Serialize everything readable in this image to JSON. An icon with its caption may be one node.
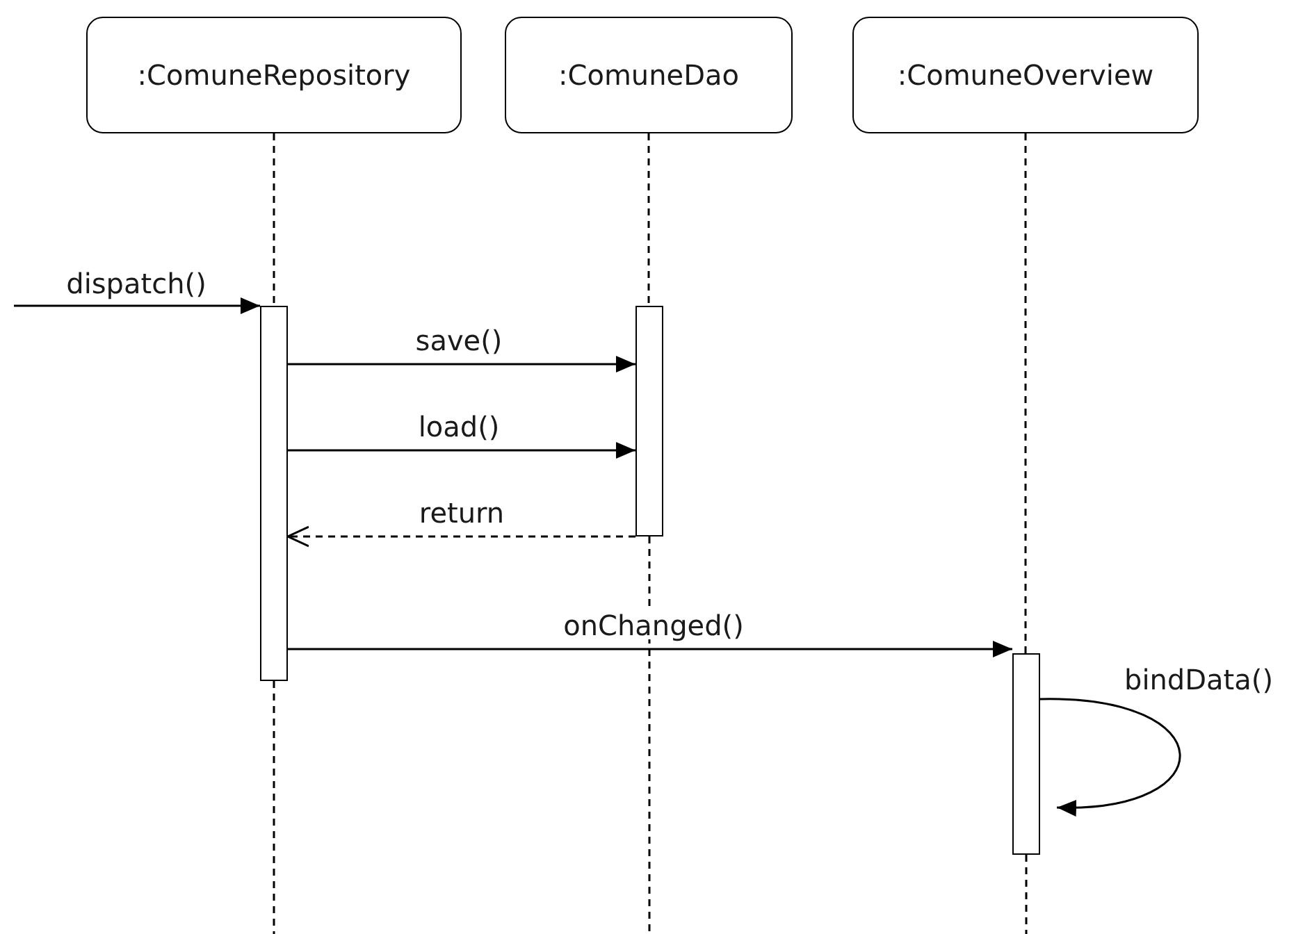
{
  "diagram": {
    "nodes": [
      {
        "text": [
          ":ComuneRepository"
        ]
      },
      {
        "text": [
          ":ComuneDao"
        ]
      },
      {
        "text": [
          ":ComuneOverview"
        ]
      },
      {
        "text": [],
        "shape": "bar"
      },
      {
        "text": [],
        "shape": "bar"
      },
      {
        "text": [],
        "shape": "bar"
      }
    ],
    "edges": [
      {
        "from": 0,
        "to": 3,
        "arrow": "none",
        "style": "dashed"
      },
      {
        "from": 3,
        "to": null,
        "arrow": "none",
        "style": "dashed"
      },
      {
        "from": 1,
        "to": 4,
        "arrow": "none",
        "style": "dashed"
      },
      {
        "from": 4,
        "to": null,
        "arrow": "none",
        "style": "dashed"
      },
      {
        "from": 2,
        "to": 5,
        "arrow": "none",
        "style": "dashed"
      },
      {
        "from": 5,
        "to": null,
        "arrow": "none",
        "style": "dashed"
      },
      {
        "from": null,
        "to": 3,
        "arrow": "to",
        "label": "dispatch()"
      },
      {
        "from": 3,
        "to": 4,
        "arrow": "to",
        "label": "save()"
      },
      {
        "from": 3,
        "to": 4,
        "arrow": "to",
        "label": "load()"
      },
      {
        "from": 4,
        "to": 3,
        "arrow": "to",
        "label": "return",
        "style": "dashed"
      },
      {
        "from": 3,
        "to": 5,
        "arrow": "to",
        "label": "onChanged()"
      },
      {
        "from": 5,
        "to": 5,
        "arrow": "to",
        "label": "bindData()"
      }
    ]
  }
}
